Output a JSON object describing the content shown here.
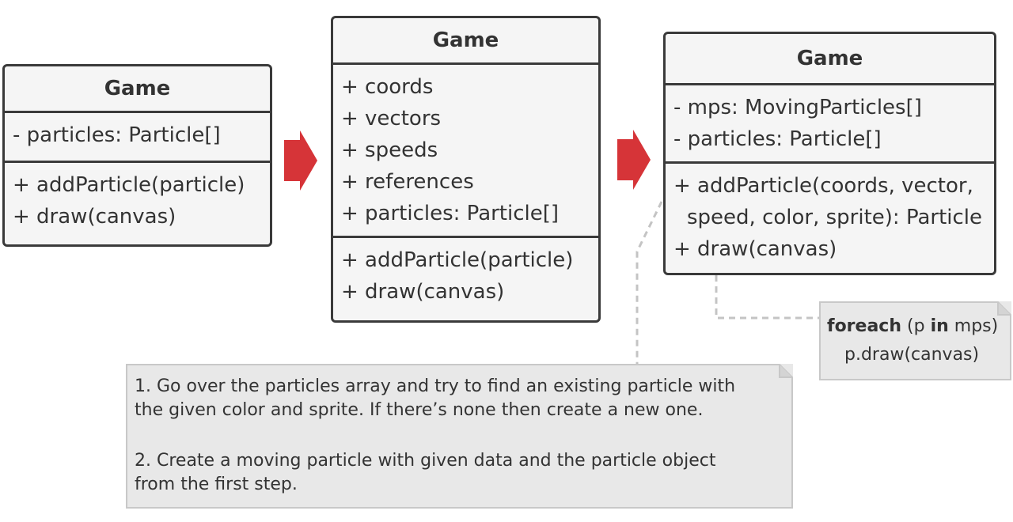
{
  "colors": {
    "arrow": "#d63438",
    "border": "#3a3a3a",
    "box_fill": "#f5f5f5",
    "note_fill": "#e8e8e8",
    "connector": "#c4c4c4"
  },
  "classes": [
    {
      "name": "Game",
      "fields": [
        "- particles: Particle[]"
      ],
      "methods": [
        "+ addParticle(particle)",
        "+ draw(canvas)"
      ]
    },
    {
      "name": "Game",
      "fields": [
        "+ coords",
        "+ vectors",
        "+ speeds",
        "+ references",
        "+ particles: Particle[]"
      ],
      "methods": [
        "+ addParticle(particle)",
        "+ draw(canvas)"
      ]
    },
    {
      "name": "Game",
      "fields": [
        "- mps: MovingParticles[]",
        "- particles: Particle[]"
      ],
      "methods": [
        "+ addParticle(coords, vector,",
        "speed, color, sprite): Particle",
        "+ draw(canvas)"
      ]
    }
  ],
  "notes": {
    "draw_note": {
      "keyword_foreach": "foreach",
      "open": " (p ",
      "keyword_in": "in",
      "close": " mps)",
      "line2": "p.draw(canvas)"
    },
    "add_note": {
      "lines": [
        "1. Go over the particles array and try to find an existing particle with",
        "the given color and sprite. If there’s none then create a new one.",
        "2. Create a moving particle with given data and the particle object",
        "from the first step."
      ]
    }
  }
}
